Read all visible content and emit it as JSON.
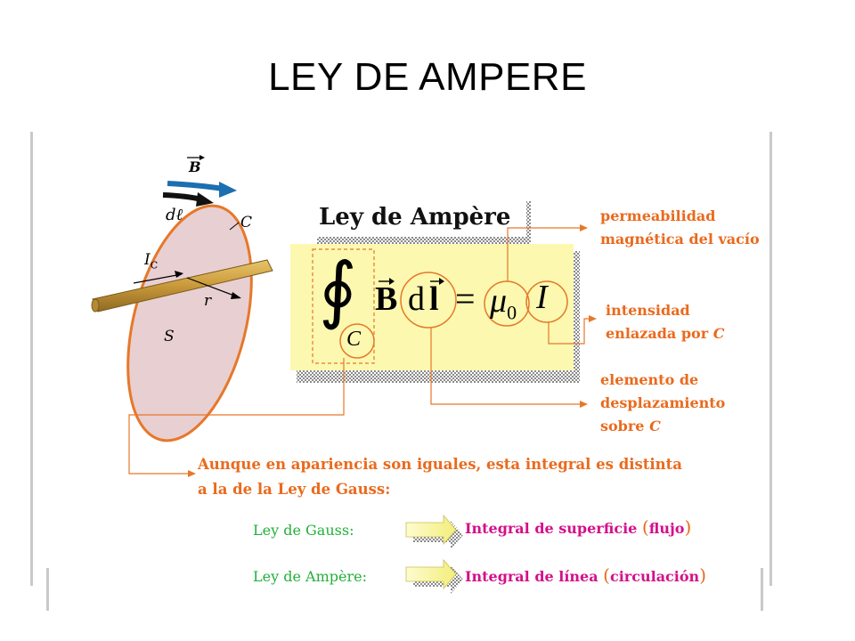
{
  "slide": {
    "title": "LEY DE AMPERE"
  },
  "figure": {
    "labels": {
      "B": "B",
      "dl": "dℓ",
      "C": "C",
      "Ic": "I",
      "Ic_sub": "C",
      "r": "r",
      "S": "S"
    }
  },
  "formula_box": {
    "title": "Ley de Ampère",
    "integral_sub": "C",
    "B": "B",
    "d": "d",
    "l": "l",
    "equals": "=",
    "mu": "μ",
    "mu_sub": "0",
    "I": "I"
  },
  "annotations": {
    "permeability": [
      "permeabilidad",
      "magnética del vacío"
    ],
    "intensity_line1": "intensidad",
    "intensity_line2": "enlazada por",
    "intensity_C": "C",
    "element_line1": "elemento de",
    "element_line2": "desplazamiento",
    "element_line3": "sobre",
    "element_C": "C"
  },
  "note": {
    "line1": "Aunque en apariencia son iguales, esta integral es distinta",
    "line2": "a la de la Ley de Gauss:"
  },
  "comparison": [
    {
      "law": "Ley de Gauss:",
      "integral": "Integral de superficie",
      "paren_open": "(",
      "kind": "flujo",
      "paren_close": ")"
    },
    {
      "law": "Ley de Ampère:",
      "integral": "Integral de línea",
      "paren_open": "(",
      "kind": "circulación",
      "paren_close": ")"
    }
  ],
  "colors": {
    "orange": "#ea6a1d",
    "green": "#22b03a",
    "magenta": "#d4108a",
    "box_fill": "#fcf8b0",
    "blue_arrow": "#1c6fb0",
    "loop_fill": "#e8cfd1"
  }
}
